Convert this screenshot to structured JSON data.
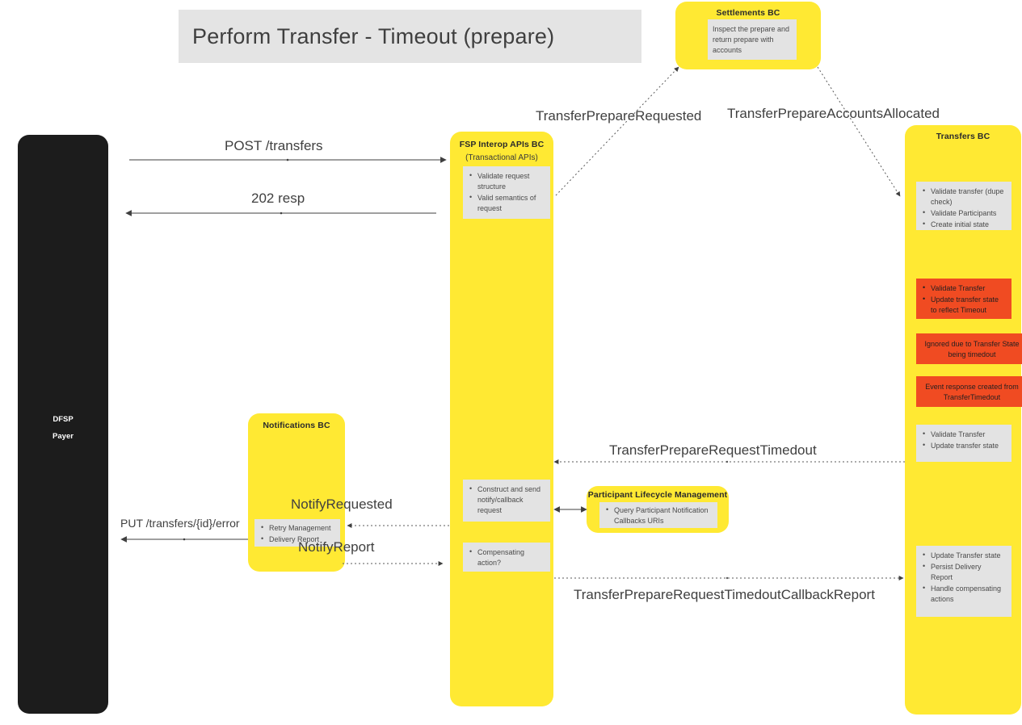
{
  "title": "Perform Transfer - Timeout (prepare)",
  "lanes": {
    "dfsp": {
      "name": "DFSP",
      "sub": "Payer"
    },
    "fsp_interop": {
      "title": "FSP Interop APIs BC",
      "subtitle": "(Transactional APIs)"
    },
    "settlements": {
      "title": "Settlements BC"
    },
    "transfers": {
      "title": "Transfers BC"
    },
    "notifications": {
      "title": "Notifications BC"
    },
    "participant_lifecycle": {
      "title": "Participant Lifecycle Management"
    }
  },
  "boxes": {
    "settlements_inspect": {
      "lines": [
        "Inspect the prepare and return prepare with accounts"
      ],
      "style": "grey"
    },
    "fsp_validate": {
      "lines": [
        "Validate request structure",
        "Valid semantics of request"
      ],
      "style": "grey"
    },
    "fsp_construct": {
      "lines": [
        "Construct and send notify/callback request"
      ],
      "style": "grey"
    },
    "fsp_compensate": {
      "lines": [
        "Compensating action?"
      ],
      "style": "grey"
    },
    "transfers_validate": {
      "lines": [
        "Validate transfer (dupe check)",
        "Validate Participants",
        "Create initial state"
      ],
      "style": "grey"
    },
    "transfers_timeout": {
      "lines": [
        "Validate Transfer",
        "Update transfer state to reflect Timeout"
      ],
      "style": "red"
    },
    "transfers_ignored": {
      "text": "Ignored due to Transfer State being timedout",
      "style": "red-centered"
    },
    "transfers_event_response": {
      "text": "Event response created from TransferTimedout",
      "style": "red-centered"
    },
    "transfers_update": {
      "lines": [
        "Validate Transfer",
        "Update transfer state"
      ],
      "style": "grey"
    },
    "transfers_persist": {
      "lines": [
        "Update Transfer state",
        "Persist Delivery Report",
        "Handle compensating actions"
      ],
      "style": "grey"
    },
    "notifications_retry": {
      "lines": [
        "Retry Management",
        "Delivery Report"
      ],
      "style": "grey"
    },
    "plm_query": {
      "lines": [
        "Query Participant Notification Callbacks URIs"
      ],
      "style": "grey"
    }
  },
  "messages": {
    "post_transfers": "POST /transfers",
    "resp_202": "202 resp",
    "transfer_prepare_requested": "TransferPrepareRequested",
    "transfer_prepare_accounts_allocated": "TransferPrepareAccountsAllocated",
    "transfer_prepare_request_timedout": "TransferPrepareRequestTimedout",
    "notify_requested": "NotifyRequested",
    "notify_report": "NotifyReport",
    "put_transfers_error": "PUT /transfers/{id}/error",
    "transfer_prepare_request_timedout_callback_report": "TransferPrepareRequestTimedoutCallbackReport"
  },
  "colors": {
    "lane_yellow": "#ffe933",
    "lane_dark": "#1c1c1c",
    "box_grey": "#e3e3e3",
    "box_red": "#f04b22",
    "banner_grey": "#e4e4e4",
    "line": "#3f3f3f"
  }
}
